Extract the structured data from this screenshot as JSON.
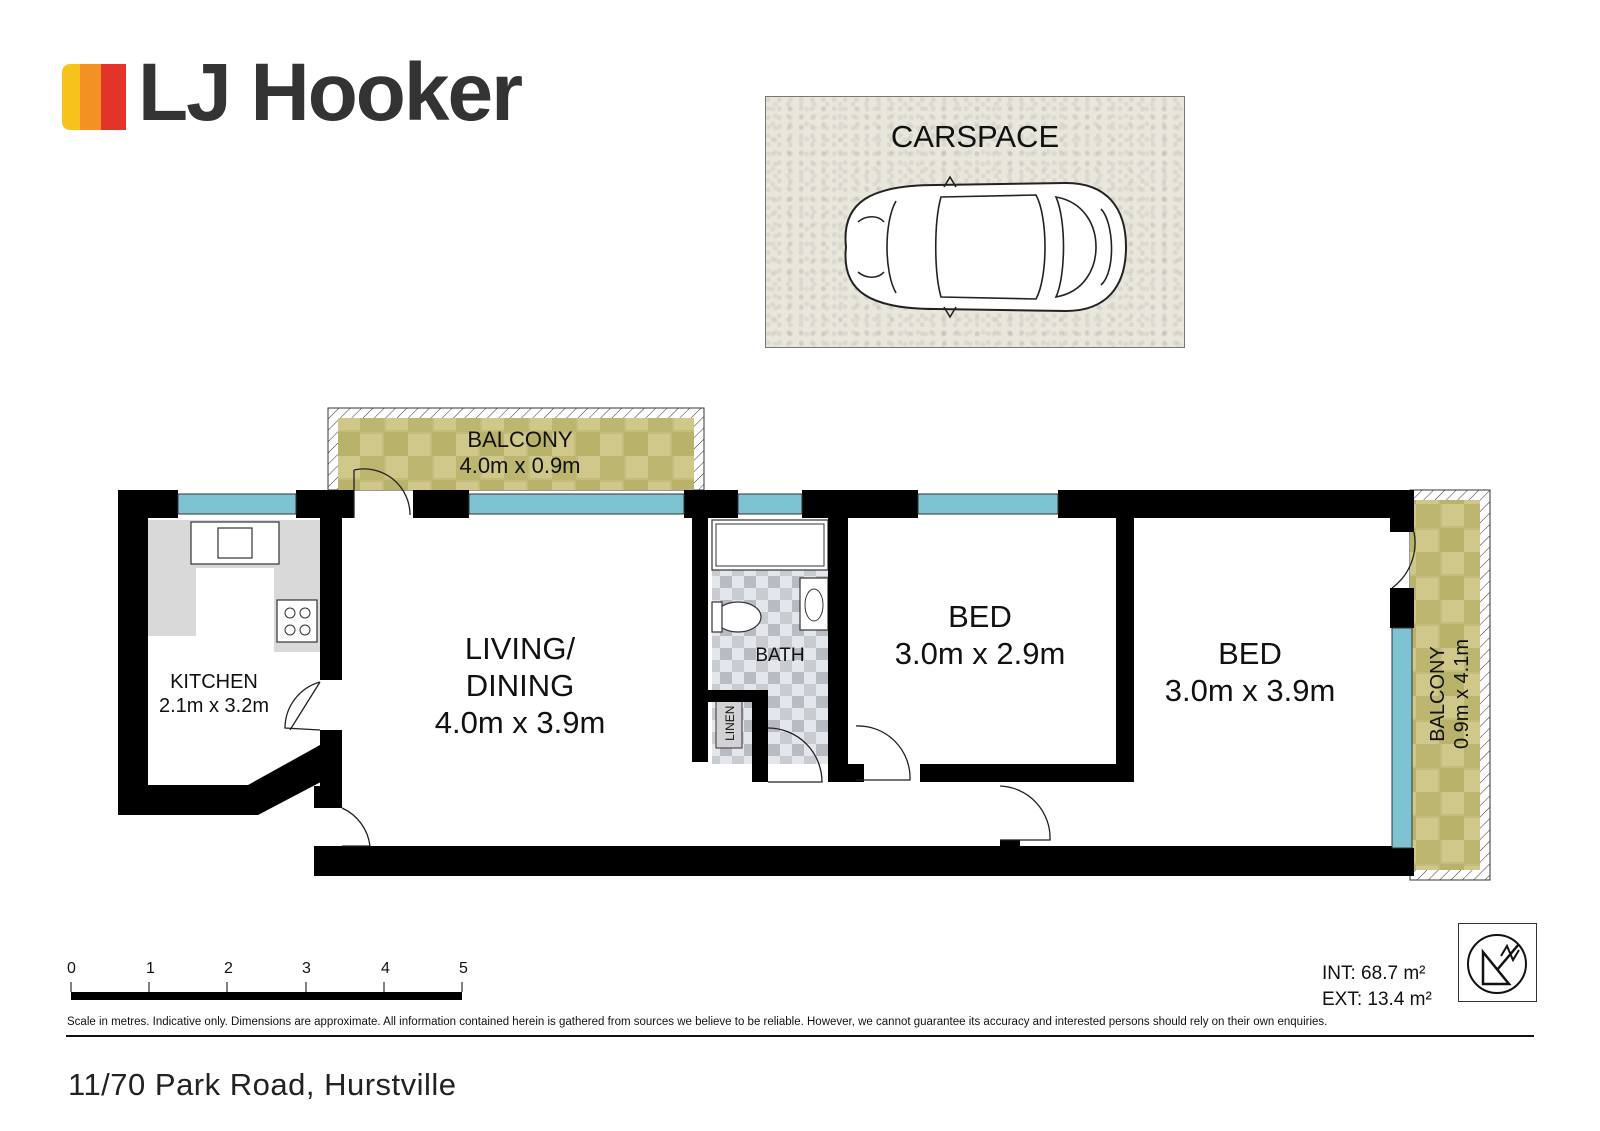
{
  "brand": {
    "name": "LJ Hooker",
    "colors": [
      "#f8c21c",
      "#f39124",
      "#e4332a"
    ]
  },
  "carspace": {
    "label": "CARSPACE"
  },
  "rooms": {
    "balcony_top": {
      "name": "BALCONY",
      "size": "4.0m x 0.9m"
    },
    "kitchen": {
      "name": "KITCHEN",
      "size": "2.1m x 3.2m"
    },
    "living": {
      "name_line1": "LIVING/",
      "name_line2": "DINING",
      "size": "4.0m x 3.9m"
    },
    "bath": {
      "name": "BATH"
    },
    "linen": {
      "name": "LINEN"
    },
    "bed1": {
      "name": "BED",
      "size": "3.0m x 2.9m"
    },
    "bed2": {
      "name": "BED",
      "size": "3.0m x 3.9m"
    },
    "balcony_side": {
      "name": "BALCONY",
      "size": "0.9m x 4.1m"
    }
  },
  "scale": {
    "ticks": [
      "0",
      "1",
      "2",
      "3",
      "4",
      "5"
    ]
  },
  "area": {
    "int": "INT: 68.7 m²",
    "ext": "EXT: 13.4 m²"
  },
  "disclaimer": "Scale in metres. Indicative only. Dimensions are approximate. All information contained herein is gathered from sources we believe to be reliable. However, we cannot guarantee its accuracy and interested persons should rely on their own enquiries.",
  "address": "11/70 Park Road, Hurstville",
  "colors": {
    "wall": "#000000",
    "window": "#7ec3d1",
    "balcony": "#b9b26a",
    "floor": "#ffffff"
  }
}
